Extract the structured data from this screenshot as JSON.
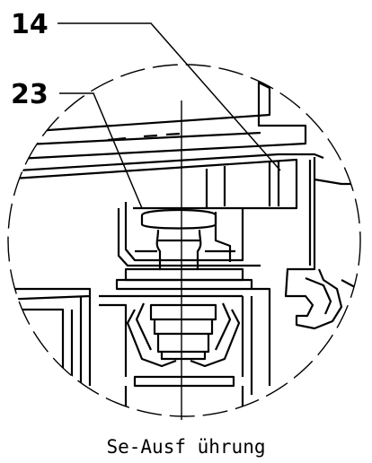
{
  "callouts": [
    {
      "id": "14",
      "label": "14"
    },
    {
      "id": "23",
      "label": "23"
    }
  ],
  "caption": "Se-Ausf ührung",
  "colors": {
    "line": "#000000",
    "background": "#ffffff"
  }
}
